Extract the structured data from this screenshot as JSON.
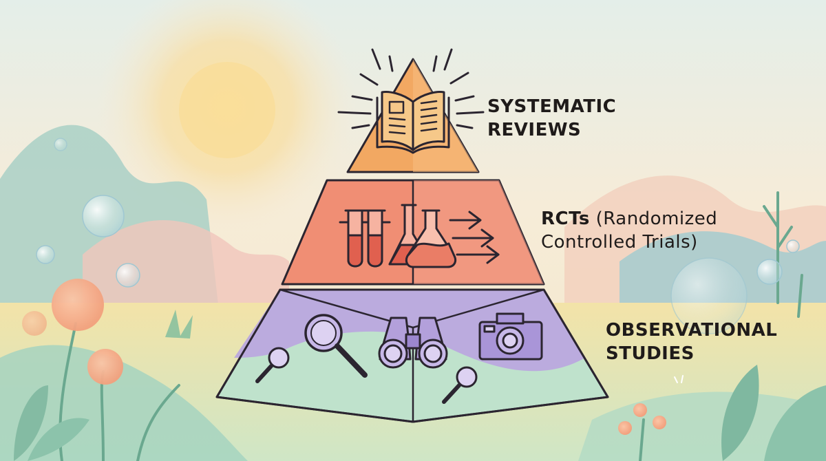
{
  "pyramid": {
    "top": {
      "line1": "SYSTEMATIC",
      "line2": "REVIEWS",
      "color": "#f2a862",
      "icon": "open-book-icon"
    },
    "middle": {
      "line1_bold": "RCTs",
      "line1_rest": " (Randomized",
      "line2": "Controlled Trials)",
      "color": "#f08e74",
      "icons": [
        "test-tubes-icon",
        "flask-icon",
        "arrows-icon"
      ]
    },
    "bottom": {
      "line1": "OBSERVATIONAL",
      "line2": "STUDIES",
      "color": "#bba8de",
      "base_color": "#bfe2cc",
      "icons": [
        "magnifier-icon",
        "binoculars-icon",
        "camera-icon"
      ]
    }
  },
  "colors": {
    "outline": "#2b2530",
    "sky_top": "#eaf1ea",
    "sun": "#f7d78a",
    "hills": "#a6cfc4",
    "pink_hills": "#f0c3b9"
  }
}
